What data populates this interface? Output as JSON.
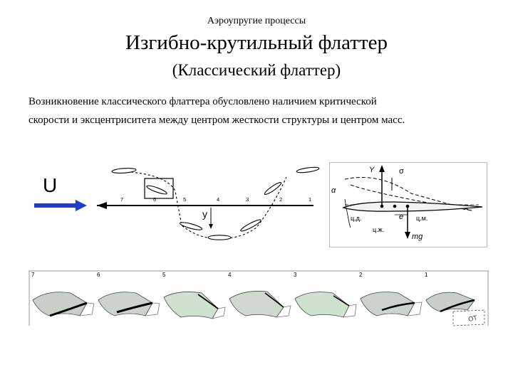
{
  "header": {
    "supertitle": "Аэроупругие процессы",
    "title": "Изгибно-крутильный флаттер",
    "subtitle": "(Классический флаттер)"
  },
  "paragraph": {
    "line1": "Возникновение классического флаттера обусловлено наличием критической",
    "line2": "скорости и эксцентриситета между центром жесткости структуры и центром масс."
  },
  "flow_diagram": {
    "velocity_label": "U",
    "displacement_label": "y",
    "station_numbers": [
      "7",
      "6",
      "5",
      "4",
      "3",
      "2",
      "1"
    ],
    "arrow_color": "#1f3fc8"
  },
  "section_diagram": {
    "lift_label": "Y",
    "sigma_label": "σ",
    "alpha_label": "α",
    "flexural_center_label": "ц.ж.",
    "pressure_center_label": "ц.д.",
    "eccentricity_label": "e",
    "mass_center_label": "ц.м.",
    "weight_label": "mg"
  },
  "frame_strip": {
    "frame_numbers": [
      "7",
      "6",
      "5",
      "4",
      "3",
      "2",
      "1"
    ],
    "last_frame_label": "ОТ"
  }
}
